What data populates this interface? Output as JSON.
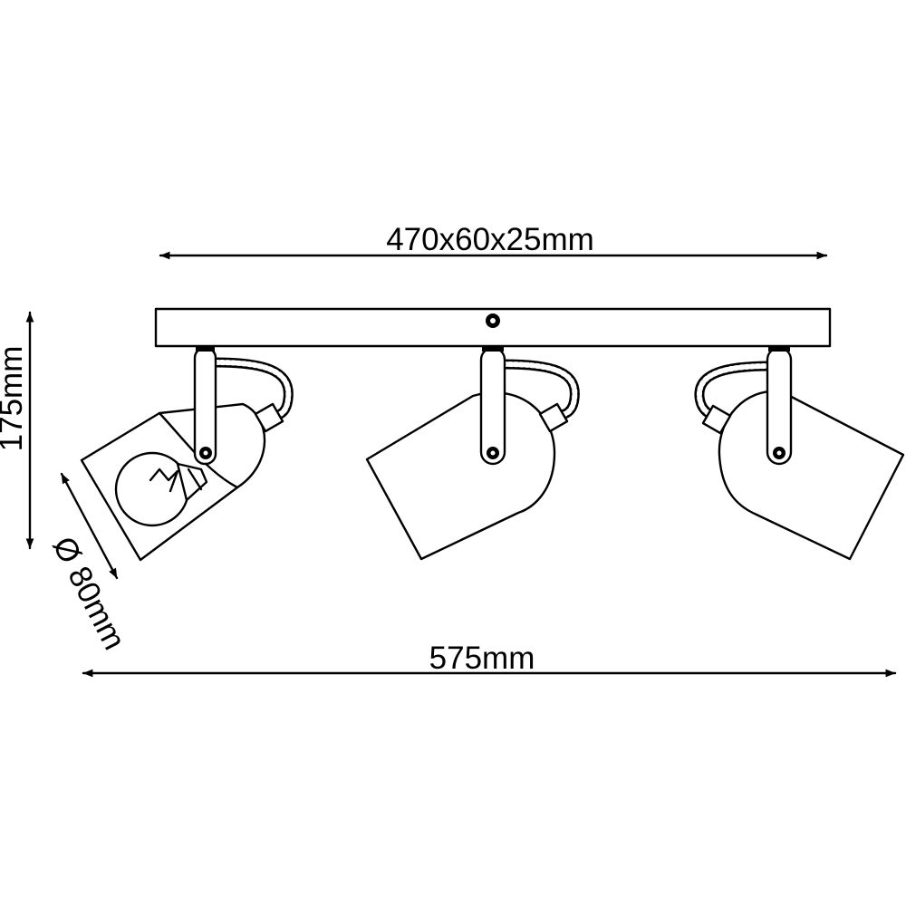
{
  "dimensions": {
    "plate": "470x60x25mm",
    "height": "175mm",
    "diameter": "Ø 80mm",
    "total_width": "575mm"
  },
  "spotlights": [
    {
      "name": "left",
      "shows_bulb": true
    },
    {
      "name": "center",
      "shows_bulb": false
    },
    {
      "name": "right",
      "shows_bulb": false
    }
  ]
}
